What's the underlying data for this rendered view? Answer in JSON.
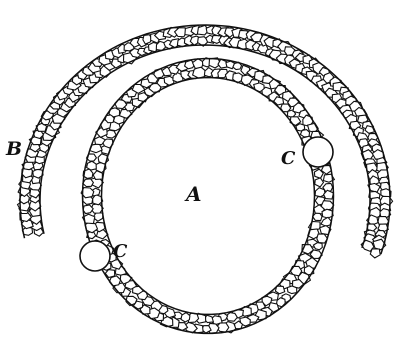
{
  "figure": {
    "labels": {
      "a": "A",
      "b": "B",
      "c_right": "C",
      "c_left": "C"
    },
    "colors": {
      "ink": "#111111",
      "cell_fill": "#ffffff",
      "background": "#ffffff"
    }
  }
}
